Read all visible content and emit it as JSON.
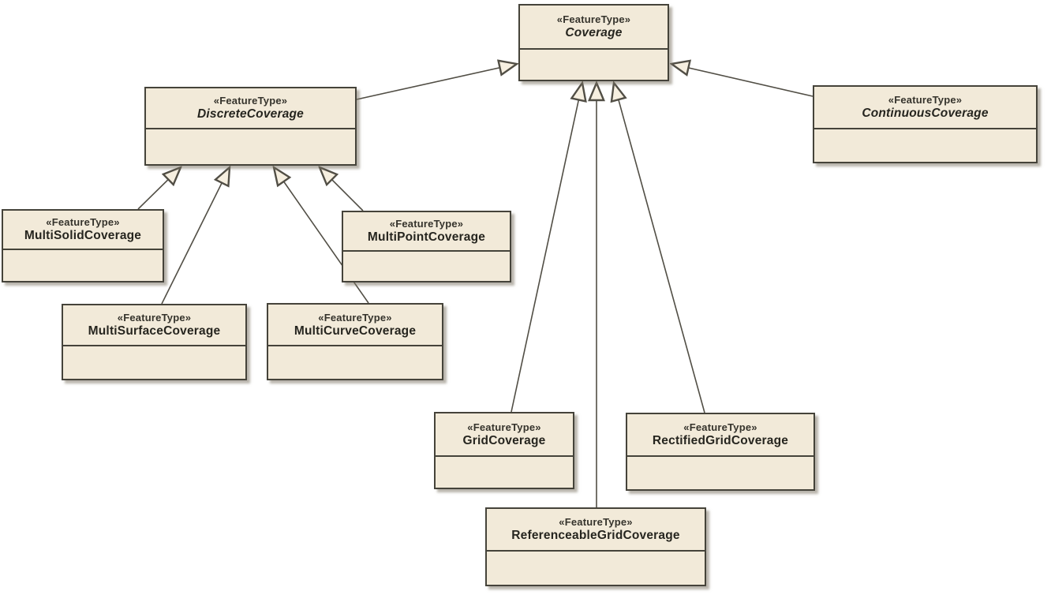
{
  "diagram": {
    "title": "UML coverage feature type hierarchy",
    "colors": {
      "node_fill": "#f2ead9",
      "node_border": "#45433a",
      "edge_line": "#514e45",
      "arrowhead_fill": "#f6efe0",
      "background": "#ffffff"
    },
    "nodes": [
      {
        "id": "coverage",
        "stereotype": "«FeatureType»",
        "name": "Coverage",
        "abstract": true
      },
      {
        "id": "discrete-coverage",
        "stereotype": "«FeatureType»",
        "name": "DiscreteCoverage",
        "abstract": true
      },
      {
        "id": "continuous-coverage",
        "stereotype": "«FeatureType»",
        "name": "ContinuousCoverage",
        "abstract": true
      },
      {
        "id": "multi-solid-coverage",
        "stereotype": "«FeatureType»",
        "name": "MultiSolidCoverage",
        "abstract": false
      },
      {
        "id": "multi-surface-coverage",
        "stereotype": "«FeatureType»",
        "name": "MultiSurfaceCoverage",
        "abstract": false
      },
      {
        "id": "multi-curve-coverage",
        "stereotype": "«FeatureType»",
        "name": "MultiCurveCoverage",
        "abstract": false
      },
      {
        "id": "multi-point-coverage",
        "stereotype": "«FeatureType»",
        "name": "MultiPointCoverage",
        "abstract": false
      },
      {
        "id": "grid-coverage",
        "stereotype": "«FeatureType»",
        "name": "GridCoverage",
        "abstract": false
      },
      {
        "id": "rectified-grid-coverage",
        "stereotype": "«FeatureType»",
        "name": "RectifiedGridCoverage",
        "abstract": false
      },
      {
        "id": "referenceable-grid-coverage",
        "stereotype": "«FeatureType»",
        "name": "ReferenceableGridCoverage",
        "abstract": false
      }
    ],
    "edges": [
      {
        "type": "generalization",
        "from": "DiscreteCoverage",
        "to": "Coverage"
      },
      {
        "type": "generalization",
        "from": "ContinuousCoverage",
        "to": "Coverage"
      },
      {
        "type": "generalization",
        "from": "MultiSolidCoverage",
        "to": "DiscreteCoverage"
      },
      {
        "type": "generalization",
        "from": "MultiSurfaceCoverage",
        "to": "DiscreteCoverage"
      },
      {
        "type": "generalization",
        "from": "MultiCurveCoverage",
        "to": "DiscreteCoverage"
      },
      {
        "type": "generalization",
        "from": "MultiPointCoverage",
        "to": "DiscreteCoverage"
      },
      {
        "type": "generalization",
        "from": "GridCoverage",
        "to": "Coverage"
      },
      {
        "type": "generalization",
        "from": "ReferenceableGridCoverage",
        "to": "Coverage"
      },
      {
        "type": "generalization",
        "from": "RectifiedGridCoverage",
        "to": "Coverage"
      }
    ]
  }
}
